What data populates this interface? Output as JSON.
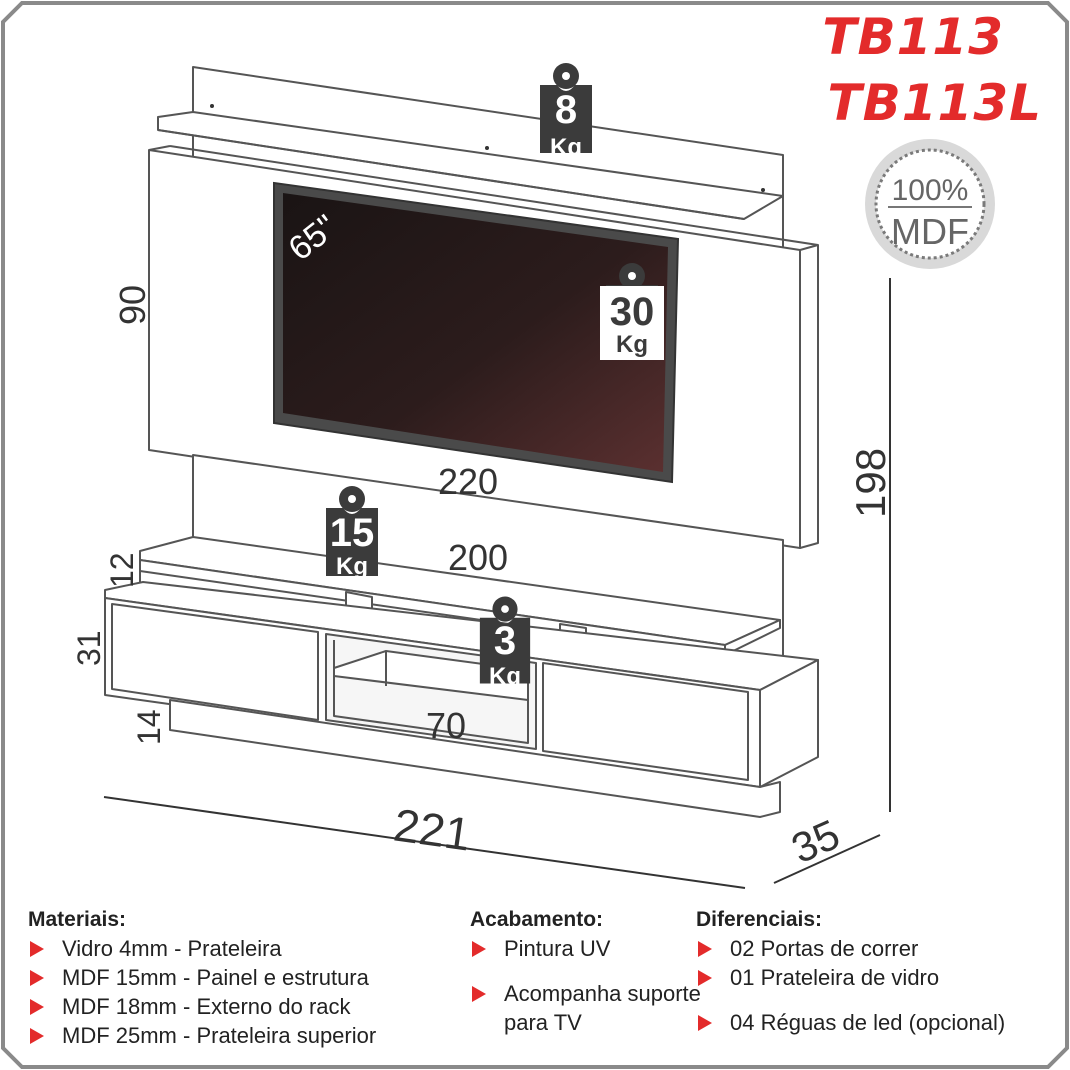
{
  "models": [
    "TB113",
    "TB113L"
  ],
  "badge": {
    "line1": "100%",
    "line2": "MDF"
  },
  "tv_label": "65\"",
  "weights": {
    "top_shelf": {
      "value": "8",
      "unit": "Kg"
    },
    "tv": {
      "value": "30",
      "unit": "Kg"
    },
    "middle_shelf": {
      "value": "15",
      "unit": "Kg"
    },
    "glass_shelf": {
      "value": "3",
      "unit": "Kg"
    }
  },
  "dimensions": {
    "panel_height": "90",
    "panel_width": "220",
    "total_height": "198",
    "shelf_width": "200",
    "shelf_height": "12",
    "rack_height": "31",
    "base_height": "14",
    "niche_width": "70",
    "total_width": "221",
    "depth": "35"
  },
  "specs": {
    "materiais": {
      "title": "Materiais:",
      "items": [
        "Vidro 4mm - Prateleira",
        "MDF 15mm - Painel e estrutura",
        "MDF 18mm - Externo do rack",
        "MDF 25mm - Prateleira superior"
      ]
    },
    "acabamento": {
      "title": "Acabamento:",
      "items": [
        "Pintura UV",
        "Acompanha suporte para TV"
      ]
    },
    "diferenciais": {
      "title": "Diferenciais:",
      "items": [
        "02 Portas de correr",
        "01 Prateleira de vidro",
        "04 Réguas de led (opcional)"
      ]
    }
  },
  "colors": {
    "accent": "#e32b2b",
    "tag": "#3b3b3b",
    "screen_dark": "#1e1616",
    "screen_light": "#5a2f2f",
    "frame": "#8a8a8a"
  }
}
